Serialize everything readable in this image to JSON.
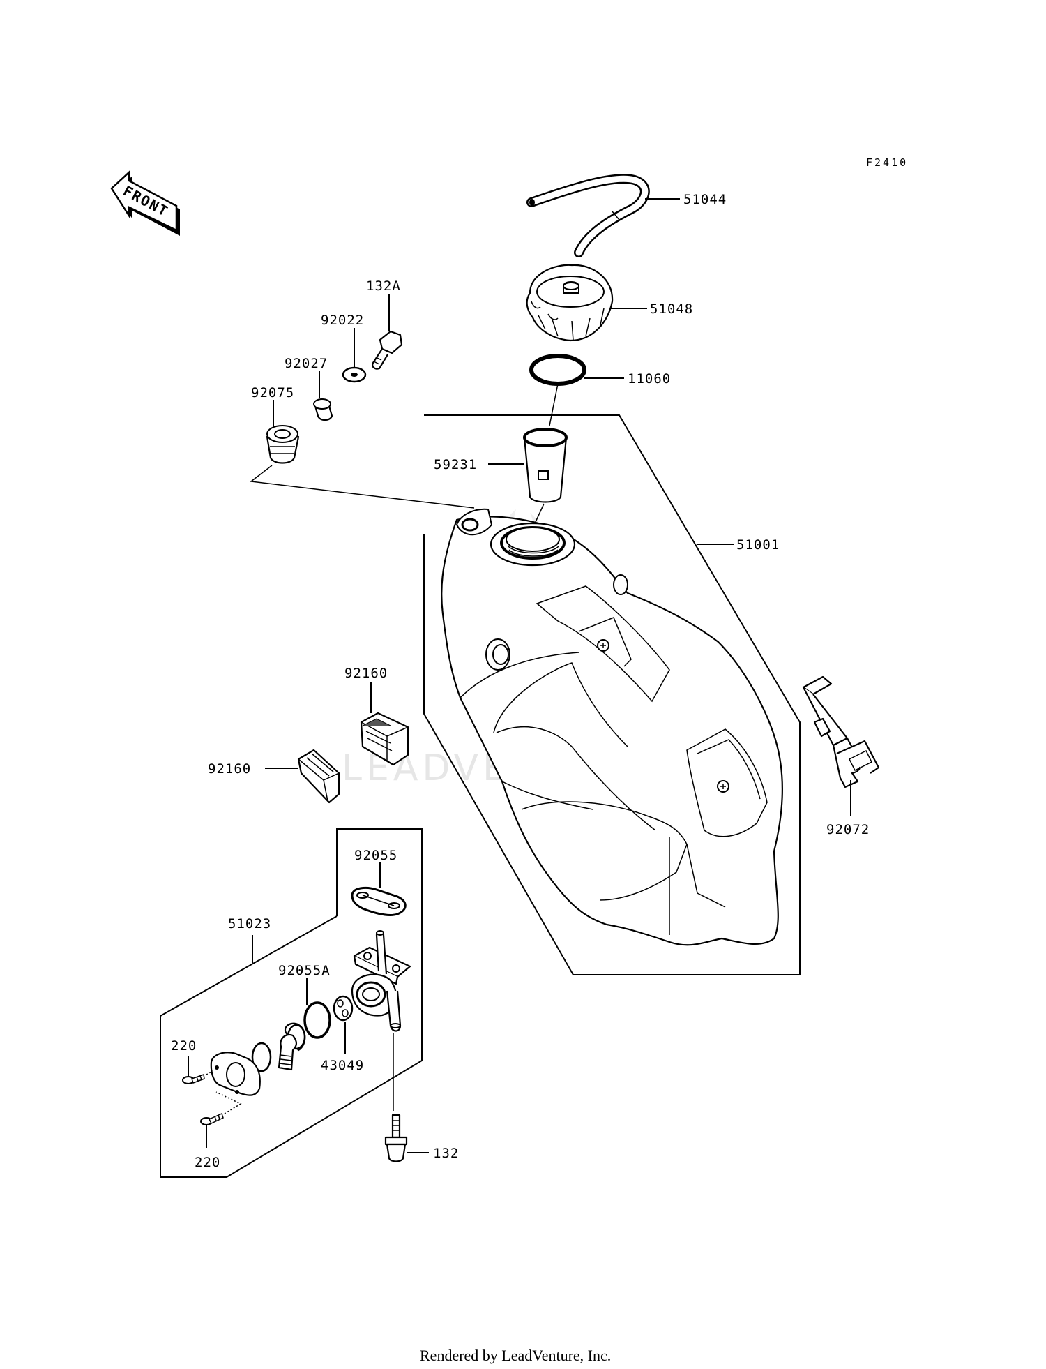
{
  "diagram_code": "F2410",
  "front_label": "FRONT",
  "watermark": "LEADVENTURE",
  "footer": "Rendered by LeadVenture, Inc.",
  "callouts": {
    "p51044": "51044",
    "p51048": "51048",
    "p11060": "11060",
    "p59231": "59231",
    "p51001": "51001",
    "p132A": "132A",
    "p92022": "92022",
    "p92027": "92027",
    "p92075": "92075",
    "p92160a": "92160",
    "p92160b": "92160",
    "p92072": "92072",
    "p92055": "92055",
    "p51023": "51023",
    "p92055A": "92055A",
    "p43049": "43049",
    "p220a": "220",
    "p220b": "220",
    "p132": "132"
  }
}
